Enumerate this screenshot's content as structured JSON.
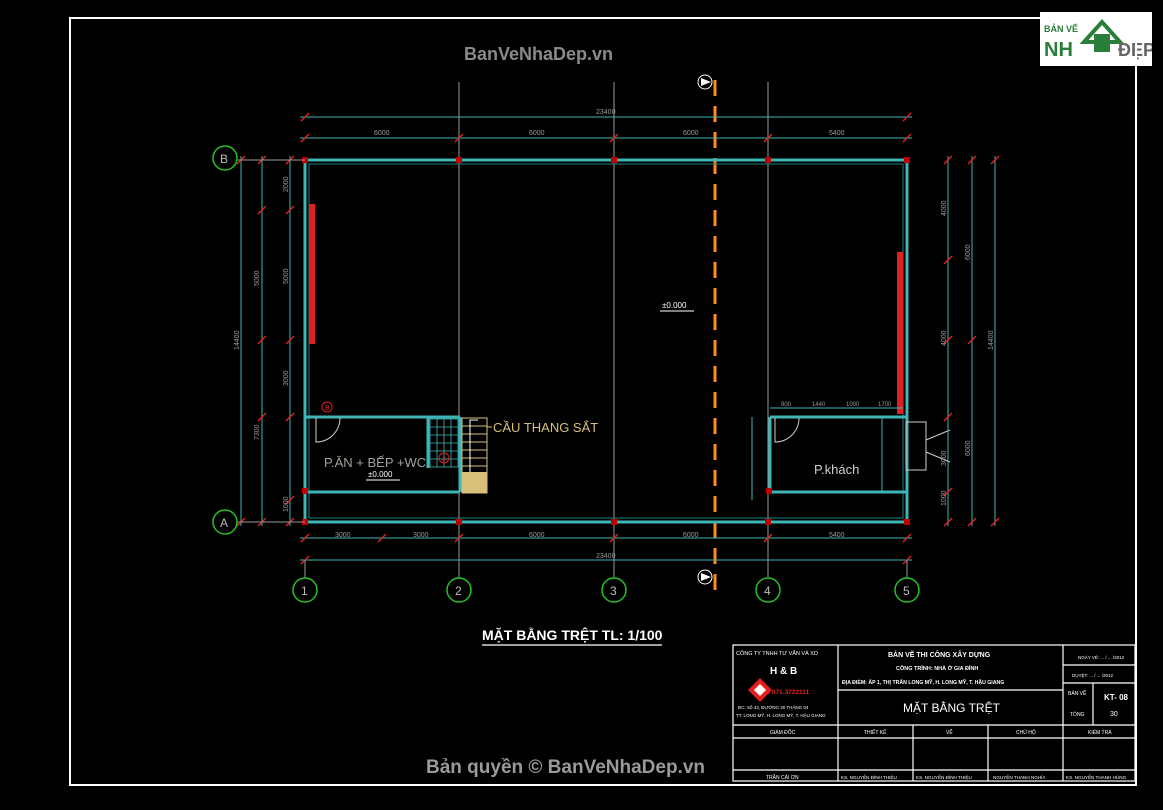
{
  "watermarks": {
    "top": "BanVeNhaDep.vn",
    "bottom": "Bản quyền © BanVeNhaDep.vn"
  },
  "logo": {
    "line1": "BẢN VẼ",
    "brand_a": "NH",
    "brand_b": "ĐẸP"
  },
  "plan": {
    "grid_cols": [
      "1",
      "2",
      "3",
      "4",
      "5"
    ],
    "grid_rows": [
      "B",
      "A"
    ],
    "overall_length": "23400",
    "top_spans": [
      "6000",
      "6000",
      "6000",
      "5400"
    ],
    "bottom_spans": [
      "3000",
      "3000",
      "6000",
      "6000",
      "5400"
    ],
    "left_dims": [
      "2000",
      "5000",
      "3000",
      "1000"
    ],
    "left_outer": "14400",
    "left_lower": "7300",
    "right_dims": [
      "4000",
      "4000",
      "3000",
      "1000"
    ],
    "right_outer": "14400",
    "right_mid": [
      "6000",
      "6000"
    ],
    "room_top_dims": [
      "900",
      "1440",
      "1000",
      "1700"
    ],
    "level_main": "±0.000",
    "level_kitchen": "±0.000",
    "room_kitchen": "P.ĂN + BẾP +WC",
    "room_living": "P.khách",
    "stair_label": "CẦU THANG SẮT",
    "title": "MẶT BẰNG TRỆT TL: 1/100",
    "markers": [
      "B",
      "A"
    ]
  },
  "titleblock": {
    "company": "CÔNG TY TNHH TƯ VẤN VÀ XD",
    "company_short": "H & B",
    "phone": "ĐT: 071.3722111",
    "address1": "ĐC: Số 43, ĐƯỜNG 30 THÁNG 04",
    "address2": "TT. LONG MỸ, H. LONG MỸ, T. HẬU GIANG",
    "project_header": "BẢN VẼ THI CÔNG XÂY DỰNG",
    "project_line1": "CÔNG TRÌNH: NHÀ Ở GIA ĐÌNH",
    "project_line2": "ĐỊA ĐIỂM: ẤP 1, THỊ TRẤN LONG MỸ, H. LONG MỸ, T. HẬU GIANG",
    "drawing_name": "MẶT BẰNG TRỆT",
    "date_label1": "NGÀY VẼ: ... / ... /2012",
    "date_label2": "DUYỆT: ... / ... /2012",
    "sheet_label": "BẢN VẼ",
    "sheet_no": "KT- 08",
    "total_label": "TỔNG",
    "total_no": "30",
    "roles": [
      "GIÁM ĐỐC",
      "THIẾT KẾ",
      "VẼ",
      "CHỦ HỘ",
      "KIỂM TRA"
    ],
    "names": [
      "TRẦN CẢI ƠN",
      "KS. NGUYỄN ĐÌNH THIỆU",
      "KS. NGUYỄN ĐÌNH THIỆU",
      "NGUYỄN THANH NGHĨA",
      "KS. NGUYỄN THANH HÙNG"
    ]
  }
}
